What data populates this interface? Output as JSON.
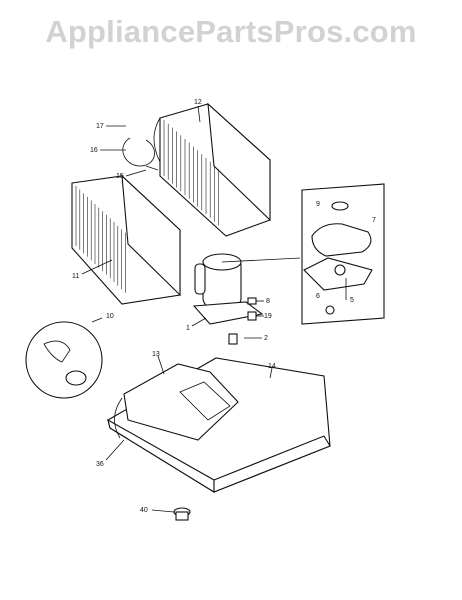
{
  "watermark": "AppliancePartsPros.com",
  "callouts": {
    "c1": "1",
    "c2": "2",
    "c5": "5",
    "c6": "6",
    "c7": "7",
    "c8": "8",
    "c9": "9",
    "c10": "10",
    "c11": "11",
    "c12": "12",
    "c13": "13",
    "c14": "14",
    "c15": "15",
    "c16": "16",
    "c17": "17",
    "c19": "19",
    "c36": "36",
    "c40": "40"
  }
}
